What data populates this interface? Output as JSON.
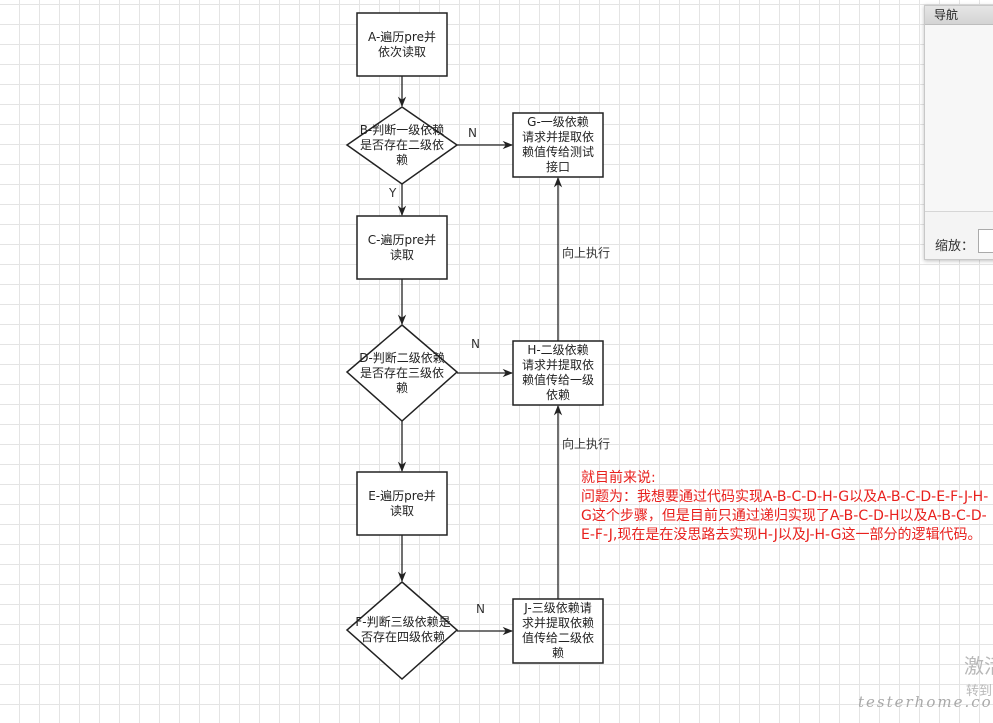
{
  "diagram": {
    "nodes": {
      "A": {
        "text": "A-遍历pre并\n依次读取"
      },
      "B": {
        "text": "B-判断一级依赖\n是否存在二级依\n赖"
      },
      "C": {
        "text": "C-遍历pre并\n读取"
      },
      "D": {
        "text": "D-判断二级依赖\n是否存在三级依\n赖"
      },
      "E": {
        "text": "E-遍历pre并\n读取"
      },
      "F": {
        "text": "F-判断三级依赖是\n否存在四级依赖"
      },
      "G": {
        "text": "G-一级依赖\n请求并提取依\n赖值传给测试\n接口"
      },
      "H": {
        "text": "H-二级依赖\n请求并提取依\n赖值传给一级\n依赖"
      },
      "J": {
        "text": "J-三级依赖请\n求并提取依赖\n值传给二级依\n赖"
      }
    },
    "edge_labels": {
      "b_to_g": "N",
      "b_to_c": "Y",
      "d_to_h": "N",
      "f_to_j": "N",
      "h_to_g": "向上执行",
      "j_to_h": "向上执行"
    },
    "note": {
      "heading": "就目前来说:",
      "body": "问题为：我想要通过代码实现A-B-C-D-H-G以及A-B-C-D-E-F-J-H-G这个步骤，但是目前只通过递归实现了A-B-C-D-H以及A-B-C-D-E-F-J,现在是在没思路去实现H-J以及J-H-G这一部分的逻辑代码。"
    },
    "colors": {
      "note": "#e8201d",
      "stroke": "#222222",
      "grid": "#e4e4e4"
    }
  },
  "nav_panel": {
    "title": "导航",
    "zoom_label": "缩放："
  },
  "watermark": {
    "line1": "激活",
    "line2": "转到",
    "logo": "testerhome.com"
  }
}
